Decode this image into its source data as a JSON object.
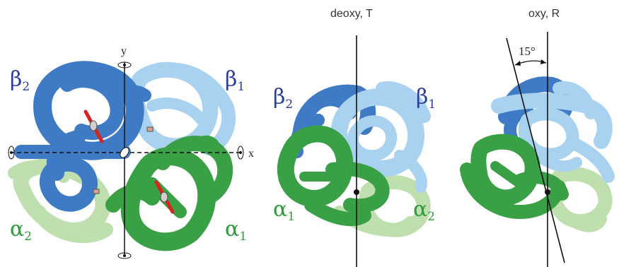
{
  "colors": {
    "beta2": "#3f7bc4",
    "beta2_stroke": "#2a5a98",
    "beta1": "#a9d2f1",
    "beta1_stroke": "#6fa6d4",
    "alpha1": "#3aa046",
    "alpha1_stroke": "#237a2e",
    "alpha2": "#bfdfae",
    "alpha2_stroke": "#8cbf78",
    "label_beta": "#2c3f99",
    "label_alpha": "#2f9a3c",
    "heme": "#d8241f",
    "line": "#111111"
  },
  "panel_left": {
    "axis_y_label": "y",
    "axis_x_label": "x",
    "labels": {
      "beta2": {
        "letter": "β",
        "sub": "2"
      },
      "beta1": {
        "letter": "β",
        "sub": "1"
      },
      "alpha2": {
        "letter": "α",
        "sub": "2"
      },
      "alpha1": {
        "letter": "α",
        "sub": "1"
      }
    }
  },
  "panel_middle": {
    "title": "deoxy, T",
    "labels": {
      "beta2": {
        "letter": "β",
        "sub": "2"
      },
      "beta1": {
        "letter": "β",
        "sub": "1"
      },
      "alpha1": {
        "letter": "α",
        "sub": "1"
      },
      "alpha2": {
        "letter": "α",
        "sub": "2"
      }
    }
  },
  "panel_right": {
    "title": "oxy, R",
    "angle_label": "15°",
    "rotation_degrees": 15
  }
}
